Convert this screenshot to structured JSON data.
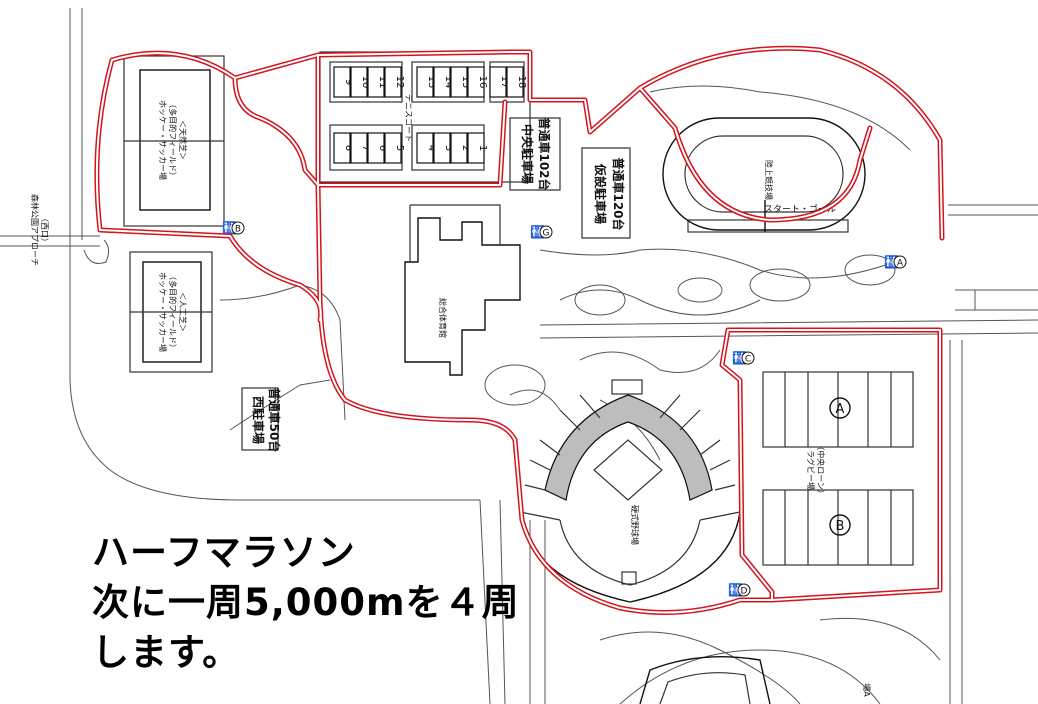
{
  "caption": {
    "line1": "ハーフマラソン",
    "line2": "次に一周5,000mを４周",
    "line3": "します。"
  },
  "labels": {
    "park_approach_a": "森林公園アプローチ",
    "park_approach_b": "（西口）",
    "hockey_upper_a": "ホッケー・サッカー場",
    "hockey_upper_b": "（多目的フィールド）",
    "hockey_upper_c": "＜天然芝＞",
    "hockey_lower_a": "ホッケー・サッカー場",
    "hockey_lower_b": "（多目的フィールド）",
    "hockey_lower_c": "＜人工芝＞",
    "tennis": "テニスコート",
    "central_parking_a": "中央駐車場",
    "central_parking_b": "普通車102台",
    "temp_parking_a": "仮設駐車場",
    "temp_parking_b": "普通車120台",
    "track": "陸上競技場",
    "start_goal": "スタート・ゴール",
    "gym": "総合体育館",
    "west_parking_a": "西駐車場",
    "west_parking_b": "普通車50台",
    "baseball": "硬式野球場",
    "rugby_a": "ラグビー場",
    "rugby_b": "（中央ローン）",
    "field_a": "A",
    "field_b": "B",
    "bottom_a": "場A"
  },
  "tennis_courts": [
    "9",
    "10",
    "11",
    "12",
    "13",
    "14",
    "15",
    "16",
    "17",
    "18",
    "8",
    "7",
    "6",
    "5",
    "4",
    "3",
    "2",
    "1"
  ],
  "toilets": [
    "B",
    "G",
    "A",
    "C",
    "D"
  ],
  "colors": {
    "route": "#d2141f",
    "line": "#333333",
    "stands": "#bdbdbd"
  }
}
